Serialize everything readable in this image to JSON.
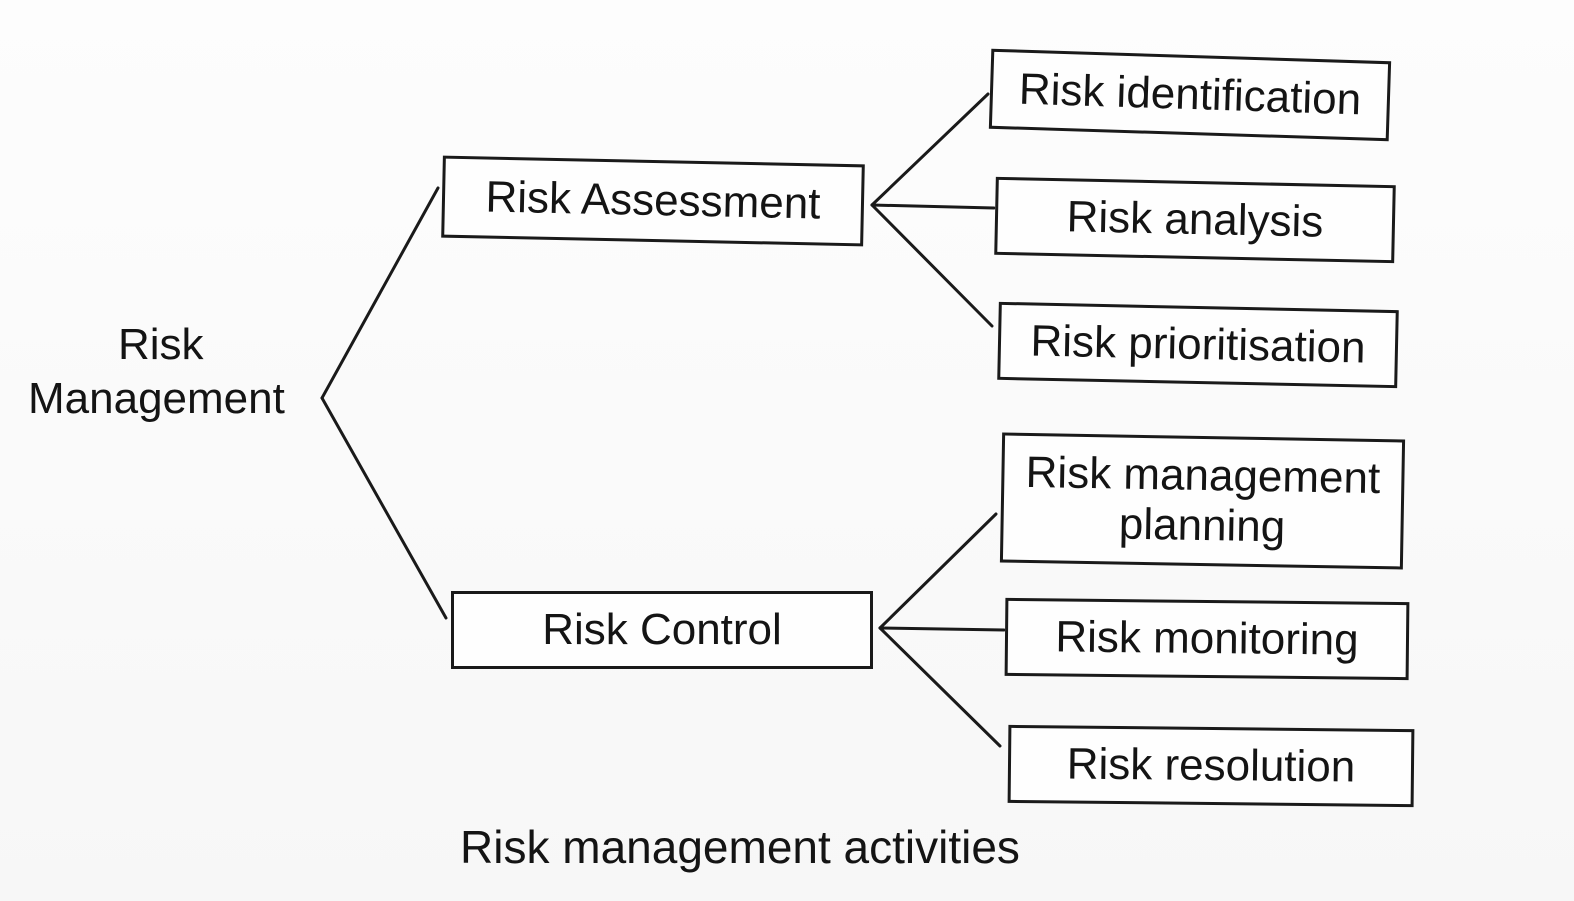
{
  "diagram": {
    "root": {
      "line1": "Risk",
      "line2": "Management"
    },
    "branches": [
      {
        "label": "Risk Assessment",
        "children": [
          "Risk identification",
          "Risk analysis",
          "Risk prioritisation"
        ]
      },
      {
        "label": "Risk Control",
        "children": [
          "Risk management planning",
          "Risk monitoring",
          "Risk resolution"
        ]
      }
    ],
    "caption": "Risk management activities"
  }
}
